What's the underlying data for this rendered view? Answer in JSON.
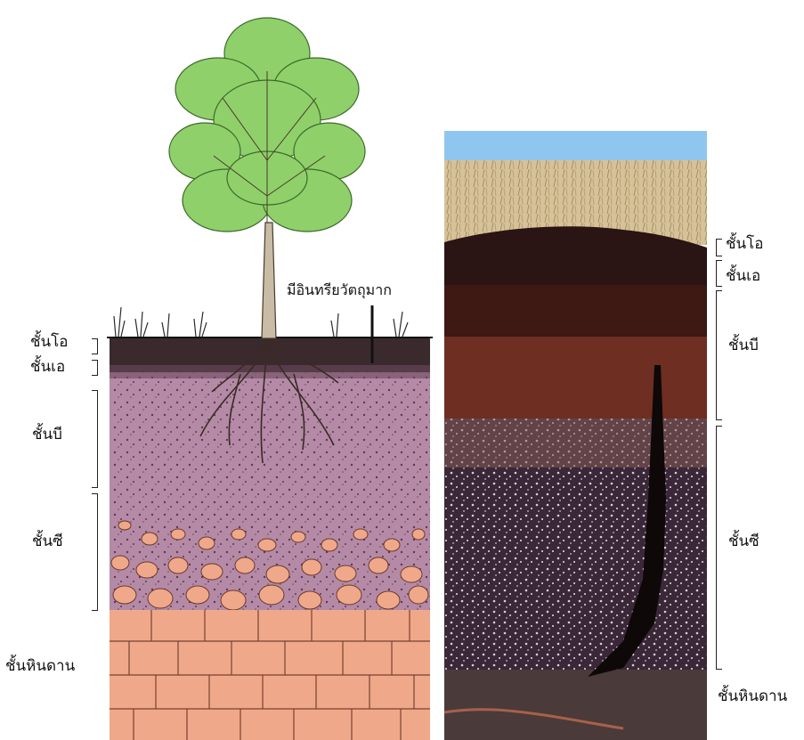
{
  "left_diagram": {
    "labels": {
      "o_horizon": "ชั้นโอ",
      "a_horizon": "ชั้นเอ",
      "b_horizon": "ชั้นบี",
      "c_horizon": "ชั้นซี",
      "bedrock": "ชั้นหินดาน",
      "organic_matter": "มีอินทรียวัตถุมาก"
    }
  },
  "right_photo": {
    "labels": {
      "o_horizon": "ชั้นโอ",
      "a_horizon": "ชั้นเอ",
      "b_horizon": "ชั้นบี",
      "c_horizon": "ชั้นซี",
      "bedrock": "ชั้นหินดาน"
    }
  },
  "colors": {
    "topsoil": "#3a2a2e",
    "b_layer": "#b48aa6",
    "bedrock": "#f0a88a",
    "tree_leaves": "#8fd06a",
    "photo_sky": "#8fc6f0",
    "photo_grass": "#d8c8a0",
    "photo_dark_soil": "#4a1e1a",
    "photo_mid_soil": "#6e2e22"
  }
}
